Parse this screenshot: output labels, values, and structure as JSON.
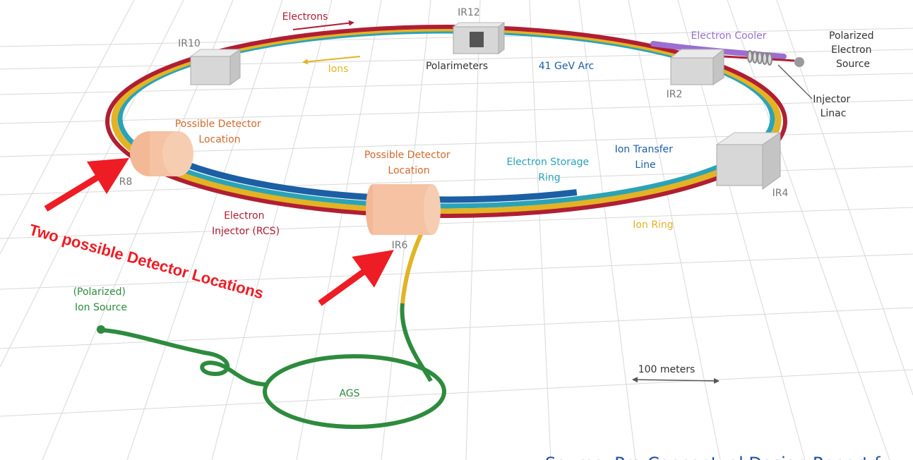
{
  "colors": {
    "electron": "#b01e34",
    "ion": "#e3b324",
    "storage": "#2aa3b7",
    "transfer": "#1c5fa4",
    "cooler": "#9a6fd0",
    "green": "#2e8b3e",
    "detector": "#f5c2a3",
    "annotation": "#ee1c25",
    "ir_gray": "#777777",
    "dark": "#333333"
  },
  "ir_labels": {
    "ir12": "IR12",
    "ir10": "IR10",
    "ir2": "IR2",
    "ir4": "IR4",
    "ir6": "IR6",
    "ir8": "R8"
  },
  "beam_labels": {
    "electrons": "Electrons",
    "ions": "Ions",
    "polarimeters": "Polarimeters",
    "arc": "41 GeV Arc",
    "electron_cooler": "Electron Cooler",
    "polarized_electron_source": [
      "Polarized",
      "Electron",
      "Source"
    ],
    "injector_linac": [
      "Injector",
      "Linac"
    ],
    "detector_left": [
      "Possible Detector",
      "Location"
    ],
    "detector_center": [
      "Possible Detector",
      "Location"
    ],
    "electron_storage_ring": [
      "Electron Storage",
      "Ring"
    ],
    "ion_transfer_line": [
      "Ion Transfer",
      "Line"
    ],
    "electron_injector": [
      "Electron",
      "Injector (RCS)"
    ],
    "ion_ring": "Ion Ring",
    "ion_source": [
      "(Polarized)",
      "Ion Source"
    ],
    "ags": "AGS",
    "scale": "100 meters"
  },
  "annotation": {
    "text": "Two possible Detector Locations"
  },
  "footer": {
    "source": "Source: Pre-Conceptual Design Report f"
  }
}
